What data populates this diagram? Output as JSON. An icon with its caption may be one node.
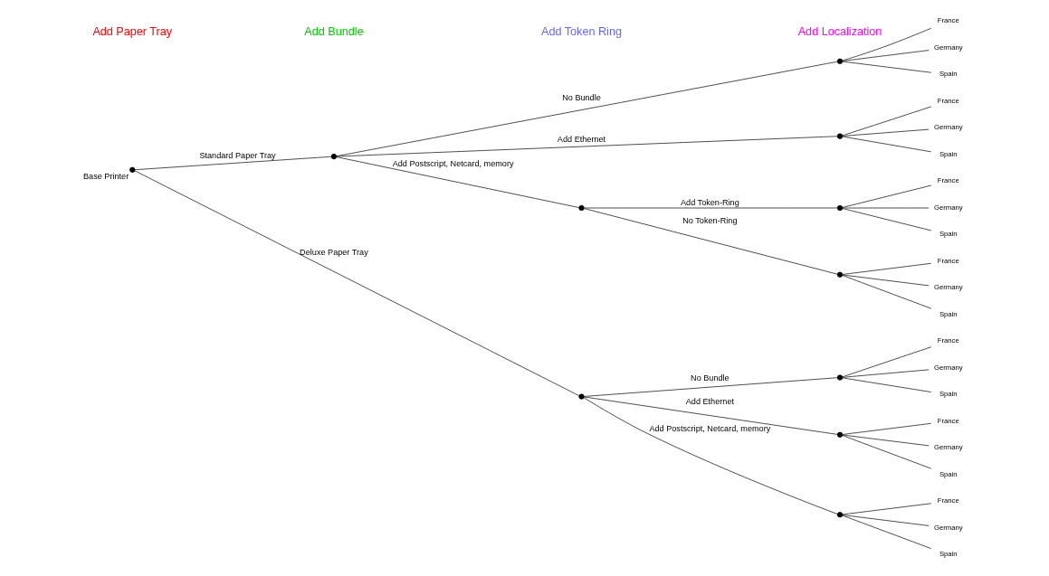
{
  "diagram": {
    "nodes": [
      {
        "text": [],
        "shape": "circle",
        "beside": [
          "Base Printer"
        ]
      },
      {
        "text": [],
        "shape": "circle"
      },
      {
        "text": [],
        "shape": "circle"
      },
      {
        "text": [],
        "shape": "circle"
      },
      {
        "text": [],
        "shape": "circle"
      },
      {
        "text": [],
        "shape": "circle"
      },
      {
        "text": [],
        "shape": "circle"
      },
      {
        "text": [],
        "shape": "circle"
      },
      {
        "text": [],
        "shape": "circle"
      },
      {
        "text": [],
        "shape": "circle"
      },
      {
        "text": [],
        "shape": "circle"
      },
      {
        "text": [
          "France"
        ]
      },
      {
        "text": [
          "Germany"
        ]
      },
      {
        "text": [
          "Spain"
        ]
      },
      {
        "text": [
          "France"
        ]
      },
      {
        "text": [
          "Germany"
        ]
      },
      {
        "text": [
          "Spain"
        ]
      },
      {
        "text": [
          "France"
        ]
      },
      {
        "text": [
          "Germany"
        ]
      },
      {
        "text": [
          "Spain"
        ]
      },
      {
        "text": [
          "France"
        ]
      },
      {
        "text": [
          "Germany"
        ]
      },
      {
        "text": [
          "Spain"
        ]
      },
      {
        "text": [
          "France"
        ]
      },
      {
        "text": [
          "Germany"
        ]
      },
      {
        "text": [
          "Spain"
        ]
      },
      {
        "text": [
          "France"
        ]
      },
      {
        "text": [
          "Germany"
        ]
      },
      {
        "text": [
          "Spain"
        ]
      },
      {
        "text": [
          "France"
        ]
      },
      {
        "text": [
          "Germany"
        ]
      },
      {
        "text": [
          "Spain"
        ]
      }
    ],
    "edges": [
      {
        "from": 0,
        "to": 1,
        "arrow": "none",
        "label": "Standard Paper Tray"
      },
      {
        "from": 0,
        "to": 2,
        "arrow": "none",
        "label": "Deluxe Paper Tray"
      },
      {
        "from": 1,
        "to": 3,
        "arrow": "none",
        "label": "No Bundle"
      },
      {
        "from": 1,
        "to": 4,
        "arrow": "none",
        "label": "Add Ethernet"
      },
      {
        "from": 1,
        "to": 5,
        "arrow": "none",
        "label": "Add Postscript, Netcard, memory"
      },
      {
        "from": 5,
        "to": 6,
        "arrow": "none",
        "label": "Add Token-Ring"
      },
      {
        "from": 5,
        "to": 7,
        "arrow": "none",
        "label": "No Token-Ring"
      },
      {
        "from": 2,
        "to": 8,
        "arrow": "none",
        "label": "No Bundle"
      },
      {
        "from": 2,
        "to": 9,
        "arrow": "none",
        "label": "Add Ethernet"
      },
      {
        "from": 2,
        "to": 10,
        "arrow": "none",
        "label": "Add Postscript, Netcard, memory"
      },
      {
        "from": 3,
        "to": 11,
        "arrow": "none"
      },
      {
        "from": 3,
        "to": 12,
        "arrow": "none"
      },
      {
        "from": 3,
        "to": 13,
        "arrow": "none"
      },
      {
        "from": 4,
        "to": 14,
        "arrow": "none"
      },
      {
        "from": 4,
        "to": 15,
        "arrow": "none"
      },
      {
        "from": 4,
        "to": 16,
        "arrow": "none"
      },
      {
        "from": 6,
        "to": 17,
        "arrow": "none"
      },
      {
        "from": 6,
        "to": 18,
        "arrow": "none"
      },
      {
        "from": 6,
        "to": 19,
        "arrow": "none"
      },
      {
        "from": 7,
        "to": 20,
        "arrow": "none"
      },
      {
        "from": 7,
        "to": 21,
        "arrow": "none"
      },
      {
        "from": 7,
        "to": 22,
        "arrow": "none"
      },
      {
        "from": 8,
        "to": 23,
        "arrow": "none"
      },
      {
        "from": 8,
        "to": 24,
        "arrow": "none"
      },
      {
        "from": 8,
        "to": 25,
        "arrow": "none"
      },
      {
        "from": 9,
        "to": 26,
        "arrow": "none"
      },
      {
        "from": 9,
        "to": 27,
        "arrow": "none"
      },
      {
        "from": 9,
        "to": 28,
        "arrow": "none"
      },
      {
        "from": 10,
        "to": 29,
        "arrow": "none"
      },
      {
        "from": 10,
        "to": 30,
        "arrow": "none"
      },
      {
        "from": 10,
        "to": 31,
        "arrow": "none"
      }
    ],
    "labels": [
      "Add Paper Tray",
      "Add Bundle",
      "Add Token Ring",
      "Add Localization"
    ]
  }
}
